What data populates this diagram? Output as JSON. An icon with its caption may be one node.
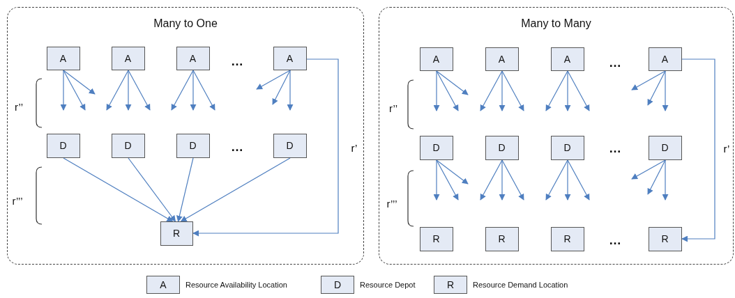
{
  "diagram": {
    "nodes": [
      {
        "text": [
          "Many to One"
        ]
      },
      {
        "text": [
          "A"
        ],
        "in": 0
      },
      {
        "text": [
          "A"
        ],
        "in": 0
      },
      {
        "text": [
          "A"
        ],
        "in": 0
      },
      {
        "text": [
          "A"
        ],
        "in": 0
      },
      {
        "text": [
          "D"
        ],
        "in": 0
      },
      {
        "text": [
          "D"
        ],
        "in": 0
      },
      {
        "text": [
          "D"
        ],
        "in": 0
      },
      {
        "text": [
          "D"
        ],
        "in": 0
      },
      {
        "text": [
          "R"
        ],
        "in": 0
      },
      {
        "text": [
          "Many to Many"
        ]
      },
      {
        "text": [
          "A"
        ],
        "in": 10
      },
      {
        "text": [
          "A"
        ],
        "in": 10
      },
      {
        "text": [
          "A"
        ],
        "in": 10
      },
      {
        "text": [
          "A"
        ],
        "in": 10
      },
      {
        "text": [
          "D"
        ],
        "in": 10
      },
      {
        "text": [
          "D"
        ],
        "in": 10
      },
      {
        "text": [
          "D"
        ],
        "in": 10
      },
      {
        "text": [
          "D"
        ],
        "in": 10
      },
      {
        "text": [
          "R"
        ],
        "in": 10
      },
      {
        "text": [
          "R"
        ],
        "in": 10
      },
      {
        "text": [
          "R"
        ],
        "in": 10
      },
      {
        "text": [
          "R"
        ],
        "in": 10
      },
      {
        "text": [
          "A"
        ],
        "beside": [
          "Resource Availability Location"
        ]
      },
      {
        "text": [
          "D"
        ],
        "beside": [
          "Resource Depot"
        ]
      },
      {
        "text": [
          "R"
        ],
        "beside": [
          "Resource Demand Location"
        ]
      }
    ],
    "edges": [
      {
        "from": 1,
        "to": null,
        "arrow": "to"
      },
      {
        "from": 1,
        "to": null,
        "arrow": "to"
      },
      {
        "from": 1,
        "to": null,
        "arrow": "to"
      },
      {
        "from": 2,
        "to": null,
        "arrow": "to"
      },
      {
        "from": 2,
        "to": null,
        "arrow": "to"
      },
      {
        "from": 2,
        "to": null,
        "arrow": "to"
      },
      {
        "from": 3,
        "to": null,
        "arrow": "to"
      },
      {
        "from": 3,
        "to": null,
        "arrow": "to"
      },
      {
        "from": 3,
        "to": null,
        "arrow": "to"
      },
      {
        "from": 4,
        "to": null,
        "arrow": "to"
      },
      {
        "from": 4,
        "to": null,
        "arrow": "to"
      },
      {
        "from": 4,
        "to": null,
        "arrow": "to"
      },
      {
        "from": 5,
        "to": 9,
        "arrow": "to"
      },
      {
        "from": 6,
        "to": 9,
        "arrow": "to"
      },
      {
        "from": 7,
        "to": 9,
        "arrow": "to"
      },
      {
        "from": 8,
        "to": 9,
        "arrow": "to"
      },
      {
        "from": 4,
        "to": 9,
        "arrow": "to",
        "label": "r’"
      },
      {
        "from": 11,
        "to": null,
        "arrow": "to"
      },
      {
        "from": 11,
        "to": null,
        "arrow": "to"
      },
      {
        "from": 11,
        "to": null,
        "arrow": "to"
      },
      {
        "from": 12,
        "to": null,
        "arrow": "to"
      },
      {
        "from": 12,
        "to": null,
        "arrow": "to"
      },
      {
        "from": 12,
        "to": null,
        "arrow": "to"
      },
      {
        "from": 13,
        "to": null,
        "arrow": "to"
      },
      {
        "from": 13,
        "to": null,
        "arrow": "to"
      },
      {
        "from": 13,
        "to": null,
        "arrow": "to"
      },
      {
        "from": 14,
        "to": null,
        "arrow": "to"
      },
      {
        "from": 14,
        "to": null,
        "arrow": "to"
      },
      {
        "from": 14,
        "to": null,
        "arrow": "to"
      },
      {
        "from": 15,
        "to": null,
        "arrow": "to"
      },
      {
        "from": 15,
        "to": null,
        "arrow": "to"
      },
      {
        "from": 15,
        "to": null,
        "arrow": "to"
      },
      {
        "from": 16,
        "to": null,
        "arrow": "to"
      },
      {
        "from": 16,
        "to": null,
        "arrow": "to"
      },
      {
        "from": 16,
        "to": null,
        "arrow": "to"
      },
      {
        "from": 17,
        "to": null,
        "arrow": "to"
      },
      {
        "from": 17,
        "to": null,
        "arrow": "to"
      },
      {
        "from": 17,
        "to": null,
        "arrow": "to"
      },
      {
        "from": 18,
        "to": null,
        "arrow": "to"
      },
      {
        "from": 18,
        "to": null,
        "arrow": "to"
      },
      {
        "from": 18,
        "to": null,
        "arrow": "to"
      },
      {
        "from": 14,
        "to": 22,
        "arrow": "to",
        "label": "r’"
      }
    ],
    "labels": [
      "…",
      "r’’",
      "…",
      "r’’’",
      "…",
      "r’’",
      "…",
      "r’’’",
      "…"
    ]
  }
}
